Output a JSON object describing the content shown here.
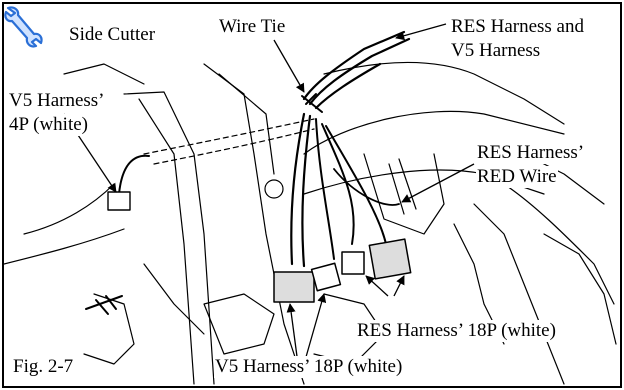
{
  "figure": {
    "number": "Fig. 2-7",
    "tool": {
      "name": "Side Cutter",
      "icon": "wrench-icon",
      "icon_color": "#2a6fd6"
    },
    "callouts": {
      "wire_tie": "Wire Tie",
      "res_v5_line1": "RES Harness and",
      "res_v5_line2": "V5 Harness",
      "v5_4p_line1": "V5 Harness’",
      "v5_4p_line2": "4P (white)",
      "res_red_line1": "RES Harness’",
      "res_red_line2": "RED Wire",
      "res_18p": "RES Harness’ 18P (white)",
      "v5_18p": "V5 Harness’ 18P (white)"
    }
  }
}
